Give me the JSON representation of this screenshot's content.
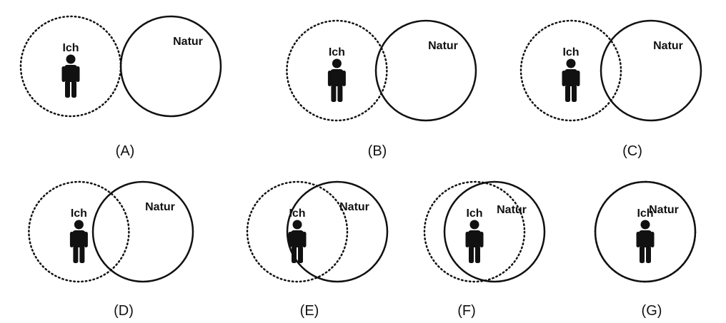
{
  "figure": {
    "self_label": "Ich",
    "nature_label": "Natur",
    "colors": {
      "sky": "#a9cfee",
      "mountain": "#c6c6c6",
      "snow": "#ffffff",
      "grass": "#5fae3c",
      "forest": "#2f7d2f",
      "tree_light": "#4f9e3a",
      "river": "#6fb6e4",
      "sun": "#f6d21c",
      "butterfly": "#e46aa0",
      "flower": "#ffffff",
      "person": "#111111",
      "overlap_tint": "#ffffff"
    },
    "panels": [
      {
        "label": "(A)",
        "overlap": 0.0
      },
      {
        "label": "(B)",
        "overlap": 0.11
      },
      {
        "label": "(C)",
        "overlap": 0.2
      },
      {
        "label": "(D)",
        "overlap": 0.36
      },
      {
        "label": "(E)",
        "overlap": 0.6
      },
      {
        "label": "(F)",
        "overlap": 0.8
      },
      {
        "label": "(G)",
        "overlap": 1.0
      }
    ]
  }
}
